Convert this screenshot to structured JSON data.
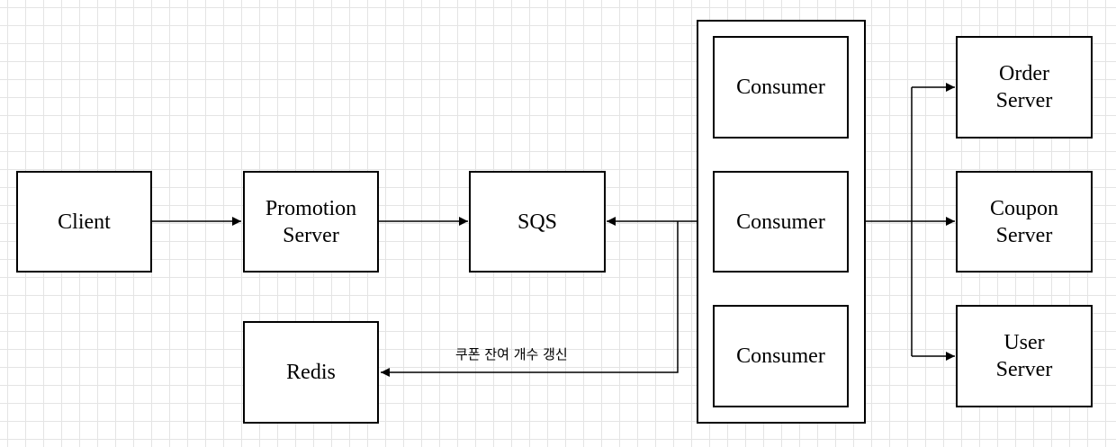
{
  "nodes": {
    "client": "Client",
    "promotion_server": "Promotion\nServer",
    "sqs": "SQS",
    "redis": "Redis",
    "consumers": [
      "Consumer",
      "Consumer",
      "Consumer"
    ],
    "order_server": "Order\nServer",
    "coupon_server": "Coupon\nServer",
    "user_server": "User\nServer"
  },
  "edges": {
    "consumer_to_redis_label": "쿠폰 잔여 개수 갱신"
  }
}
